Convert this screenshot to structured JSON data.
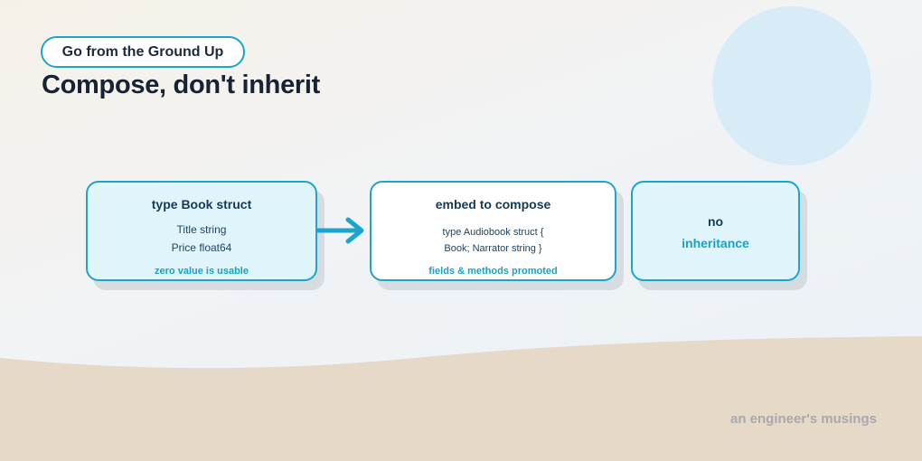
{
  "header": {
    "pill_label": "Go from the Ground Up",
    "title": "Compose, don't inherit"
  },
  "boxes": {
    "book": {
      "heading": "type Book struct",
      "lines": [
        "Title string",
        "Price float64"
      ],
      "note": "zero value is usable"
    },
    "embed": {
      "heading": "embed to compose",
      "lines": [
        "type Audiobook struct {",
        "Book; Narrator string }"
      ],
      "note": "fields & methods promoted"
    },
    "inheritance": {
      "heading": "no",
      "emphasis": "inheritance"
    }
  },
  "footer": {
    "signature": "an engineer's musings"
  },
  "colors": {
    "accent": "#1aa6cc",
    "title": "#172233",
    "sand": "#e6d9c8",
    "circle": "#d7ecf6"
  }
}
